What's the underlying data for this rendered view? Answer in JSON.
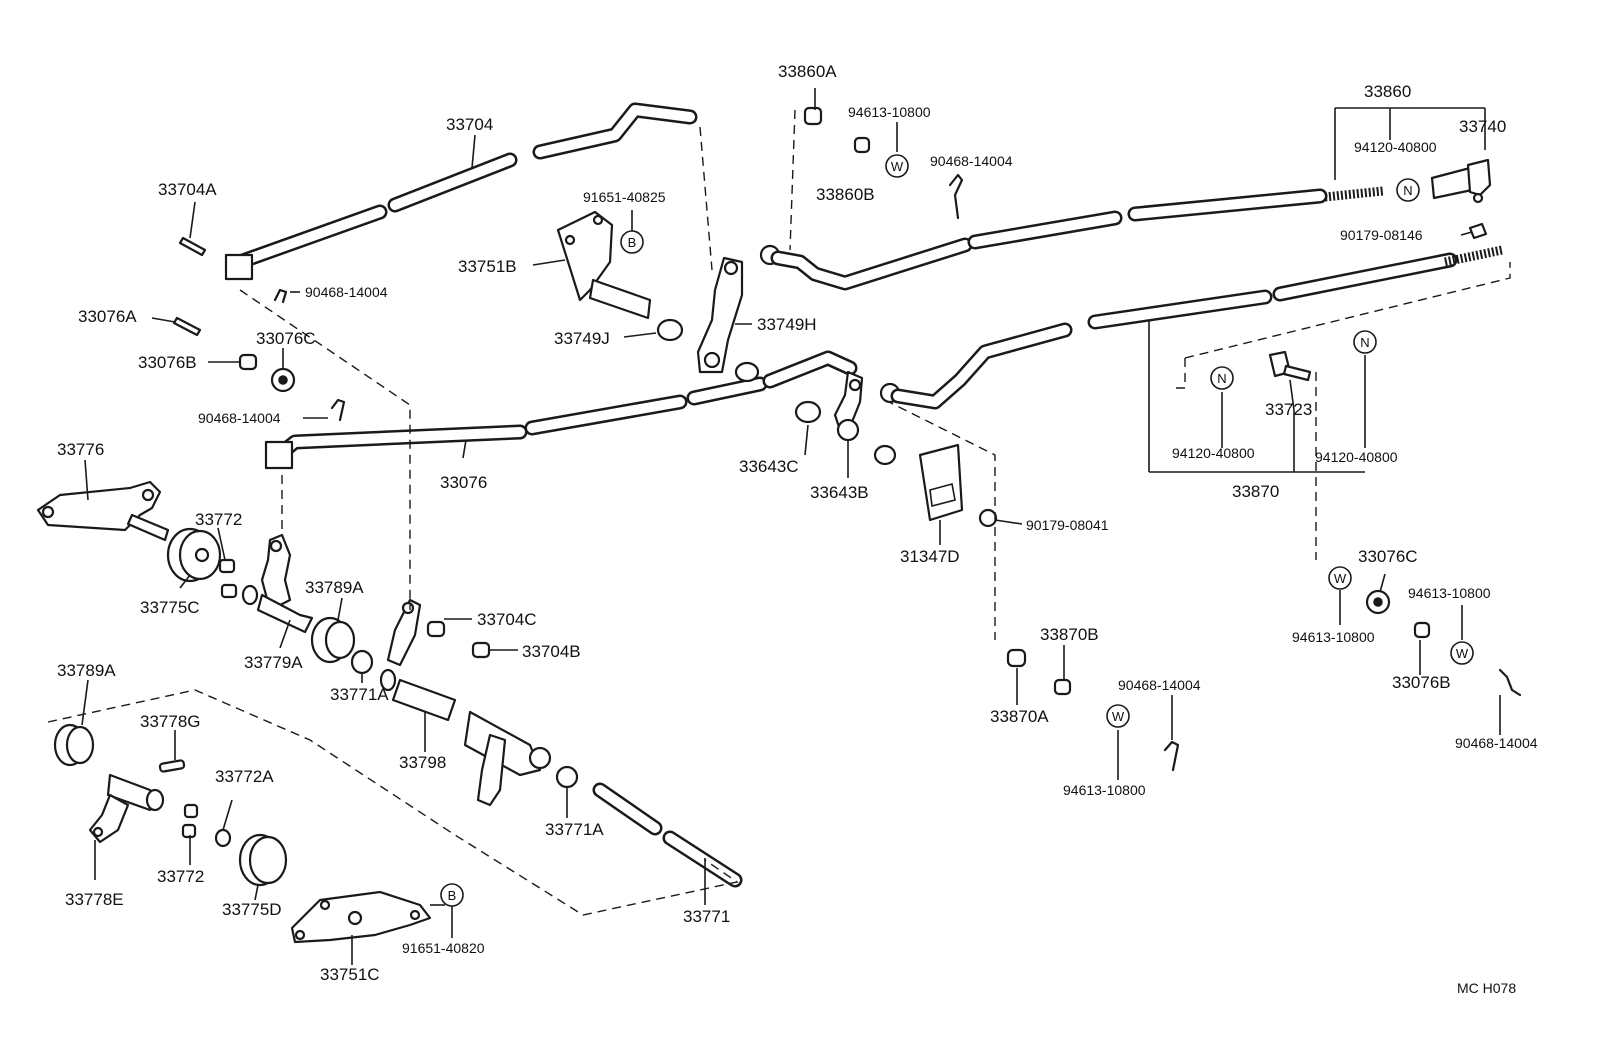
{
  "code": "MC  H078",
  "labels": {
    "l_33704": "33704",
    "l_33704A": "33704A",
    "l_90468_a": "90468-14004",
    "l_33076A": "33076A",
    "l_33076C_a": "33076C",
    "l_33076B_a": "33076B",
    "l_90468_b": "90468-14004",
    "l_33776": "33776",
    "l_33772_a": "33772",
    "l_33775C": "33775C",
    "l_33076": "33076",
    "l_33789A_a": "33789A",
    "l_33779A": "33779A",
    "l_33704C": "33704C",
    "l_33704B": "33704B",
    "l_33771A_a": "33771A",
    "l_33798": "33798",
    "l_33771A_b": "33771A",
    "l_33771": "33771",
    "l_33789A_b": "33789A",
    "l_33778G": "33778G",
    "l_33772A": "33772A",
    "l_33772_b": "33772",
    "l_33778E": "33778E",
    "l_33775D": "33775D",
    "l_33751C": "33751C",
    "l_91651_b": "91651-40820",
    "l_91651_a": "91651-40825",
    "l_33751B": "33751B",
    "l_33749J": "33749J",
    "l_33749H": "33749H",
    "l_33860A": "33860A",
    "l_94613_a": "94613-10800",
    "l_33860B": "33860B",
    "l_90468_c": "90468-14004",
    "l_33643C": "33643C",
    "l_33643B": "33643B",
    "l_31347D": "31347D",
    "l_90179_b": "90179-08041",
    "l_33870B": "33870B",
    "l_33870A": "33870A",
    "l_90468_d": "90468-14004",
    "l_94613_b": "94613-10800",
    "l_33860": "33860",
    "l_33740": "33740",
    "l_94120_a": "94120-40800",
    "l_90179_a": "90179-08146",
    "l_33723": "33723",
    "l_94120_b": "94120-40800",
    "l_94120_c": "94120-40800",
    "l_33870": "33870",
    "l_33076C_b": "33076C",
    "l_94613_c": "94613-10800",
    "l_94613_d": "94613-10800",
    "l_33076B_b": "33076B",
    "l_90468_e": "90468-14004"
  },
  "symbols": {
    "b": "B",
    "w": "W",
    "n": "N"
  }
}
